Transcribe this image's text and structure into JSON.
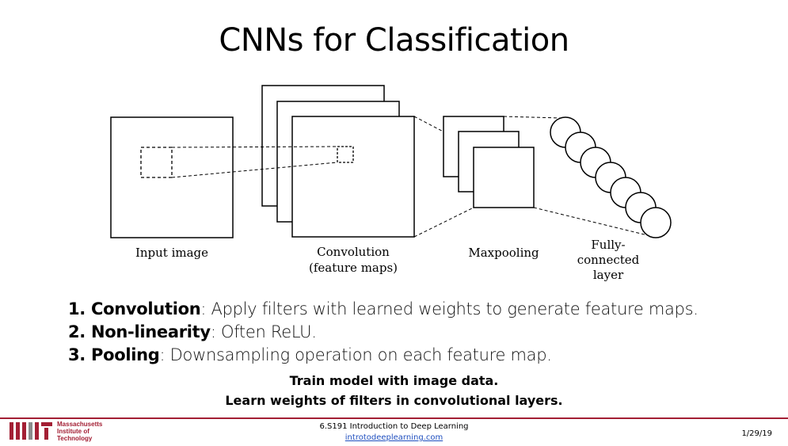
{
  "slide": {
    "title": "CNNs for Classification"
  },
  "diagram": {
    "labels": {
      "input": "Input image",
      "convolution_line1": "Convolution",
      "convolution_line2": "(feature maps)",
      "maxpooling": "Maxpooling",
      "fc_line1": "Fully-",
      "fc_line2": "connected",
      "fc_line3": "layer"
    }
  },
  "points": [
    {
      "num": "1.",
      "term": "Convolution",
      "desc": ": Apply filters with learned weights to generate feature maps."
    },
    {
      "num": "2.",
      "term": "Non-linearity",
      "desc": ": Often ReLU."
    },
    {
      "num": "3.",
      "term": "Pooling",
      "desc": ": Downsampling operation on each feature map."
    }
  ],
  "summary": {
    "line1": "Train model with image data.",
    "line2": "Learn weights of filters in convolutional layers."
  },
  "footer": {
    "org_line1": "Massachusetts",
    "org_line2": "Institute of",
    "org_line3": "Technology",
    "course": "6.S191 Introduction to Deep Learning",
    "link": "introtodeeplearning.com",
    "date": "1/29/19",
    "brand_color": "#a31f34"
  }
}
